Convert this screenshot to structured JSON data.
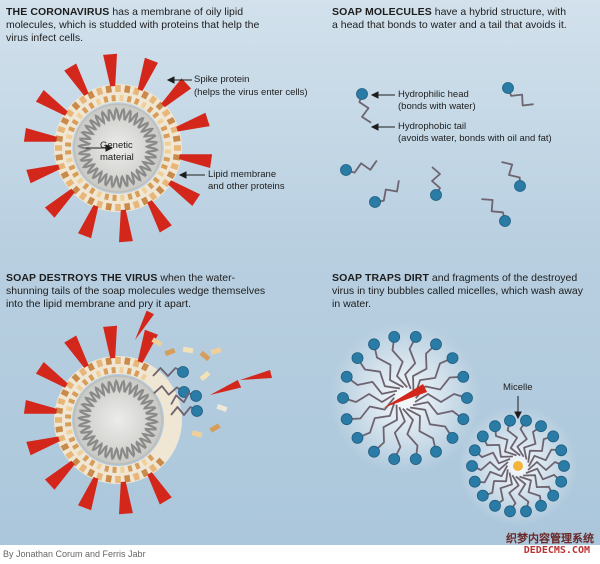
{
  "panels": {
    "coronavirus": {
      "title": "THE CORONAVIRUS",
      "text": " has a membrane of oily lipid molecules, which is studded with proteins that help the virus infect cells."
    },
    "soap_molecules": {
      "title": "SOAP MOLECULES",
      "text": " have a hybrid structure, with a head that bonds to water and a tail that avoids it."
    },
    "soap_destroys": {
      "title": "SOAP DESTROYS THE VIRUS",
      "text": " when the water-shunning tails of the soap molecules wedge themselves into the lipid membrane and pry it apart."
    },
    "soap_traps": {
      "title": "SOAP TRAPS DIRT",
      "text": " and fragments of the destroyed virus in tiny bubbles called micelles, which wash away in water."
    }
  },
  "labels": {
    "spike": "Spike protein",
    "spike_sub": "(helps the virus enter cells)",
    "genetic_1": "Genetic",
    "genetic_2": "material",
    "lipid": "Lipid membrane",
    "lipid_sub": "and other proteins",
    "head": "Hydrophilic head",
    "head_sub": "(bonds with water)",
    "tail": "Hydrophobic tail",
    "tail_sub": "(avoids water, bonds with oil and fat)",
    "micelle": "Micelle"
  },
  "credit": "By Jonathan Corum and Ferris Jabr",
  "watermark": {
    "line1": "织梦内容管理系统",
    "line2": "DEDECMS.COM"
  },
  "colors": {
    "spike": "#d4271c",
    "head": "#2a7ca6",
    "tail": "#6d6470",
    "membrane": "#c98a4a",
    "genome": "#8a8a88"
  }
}
